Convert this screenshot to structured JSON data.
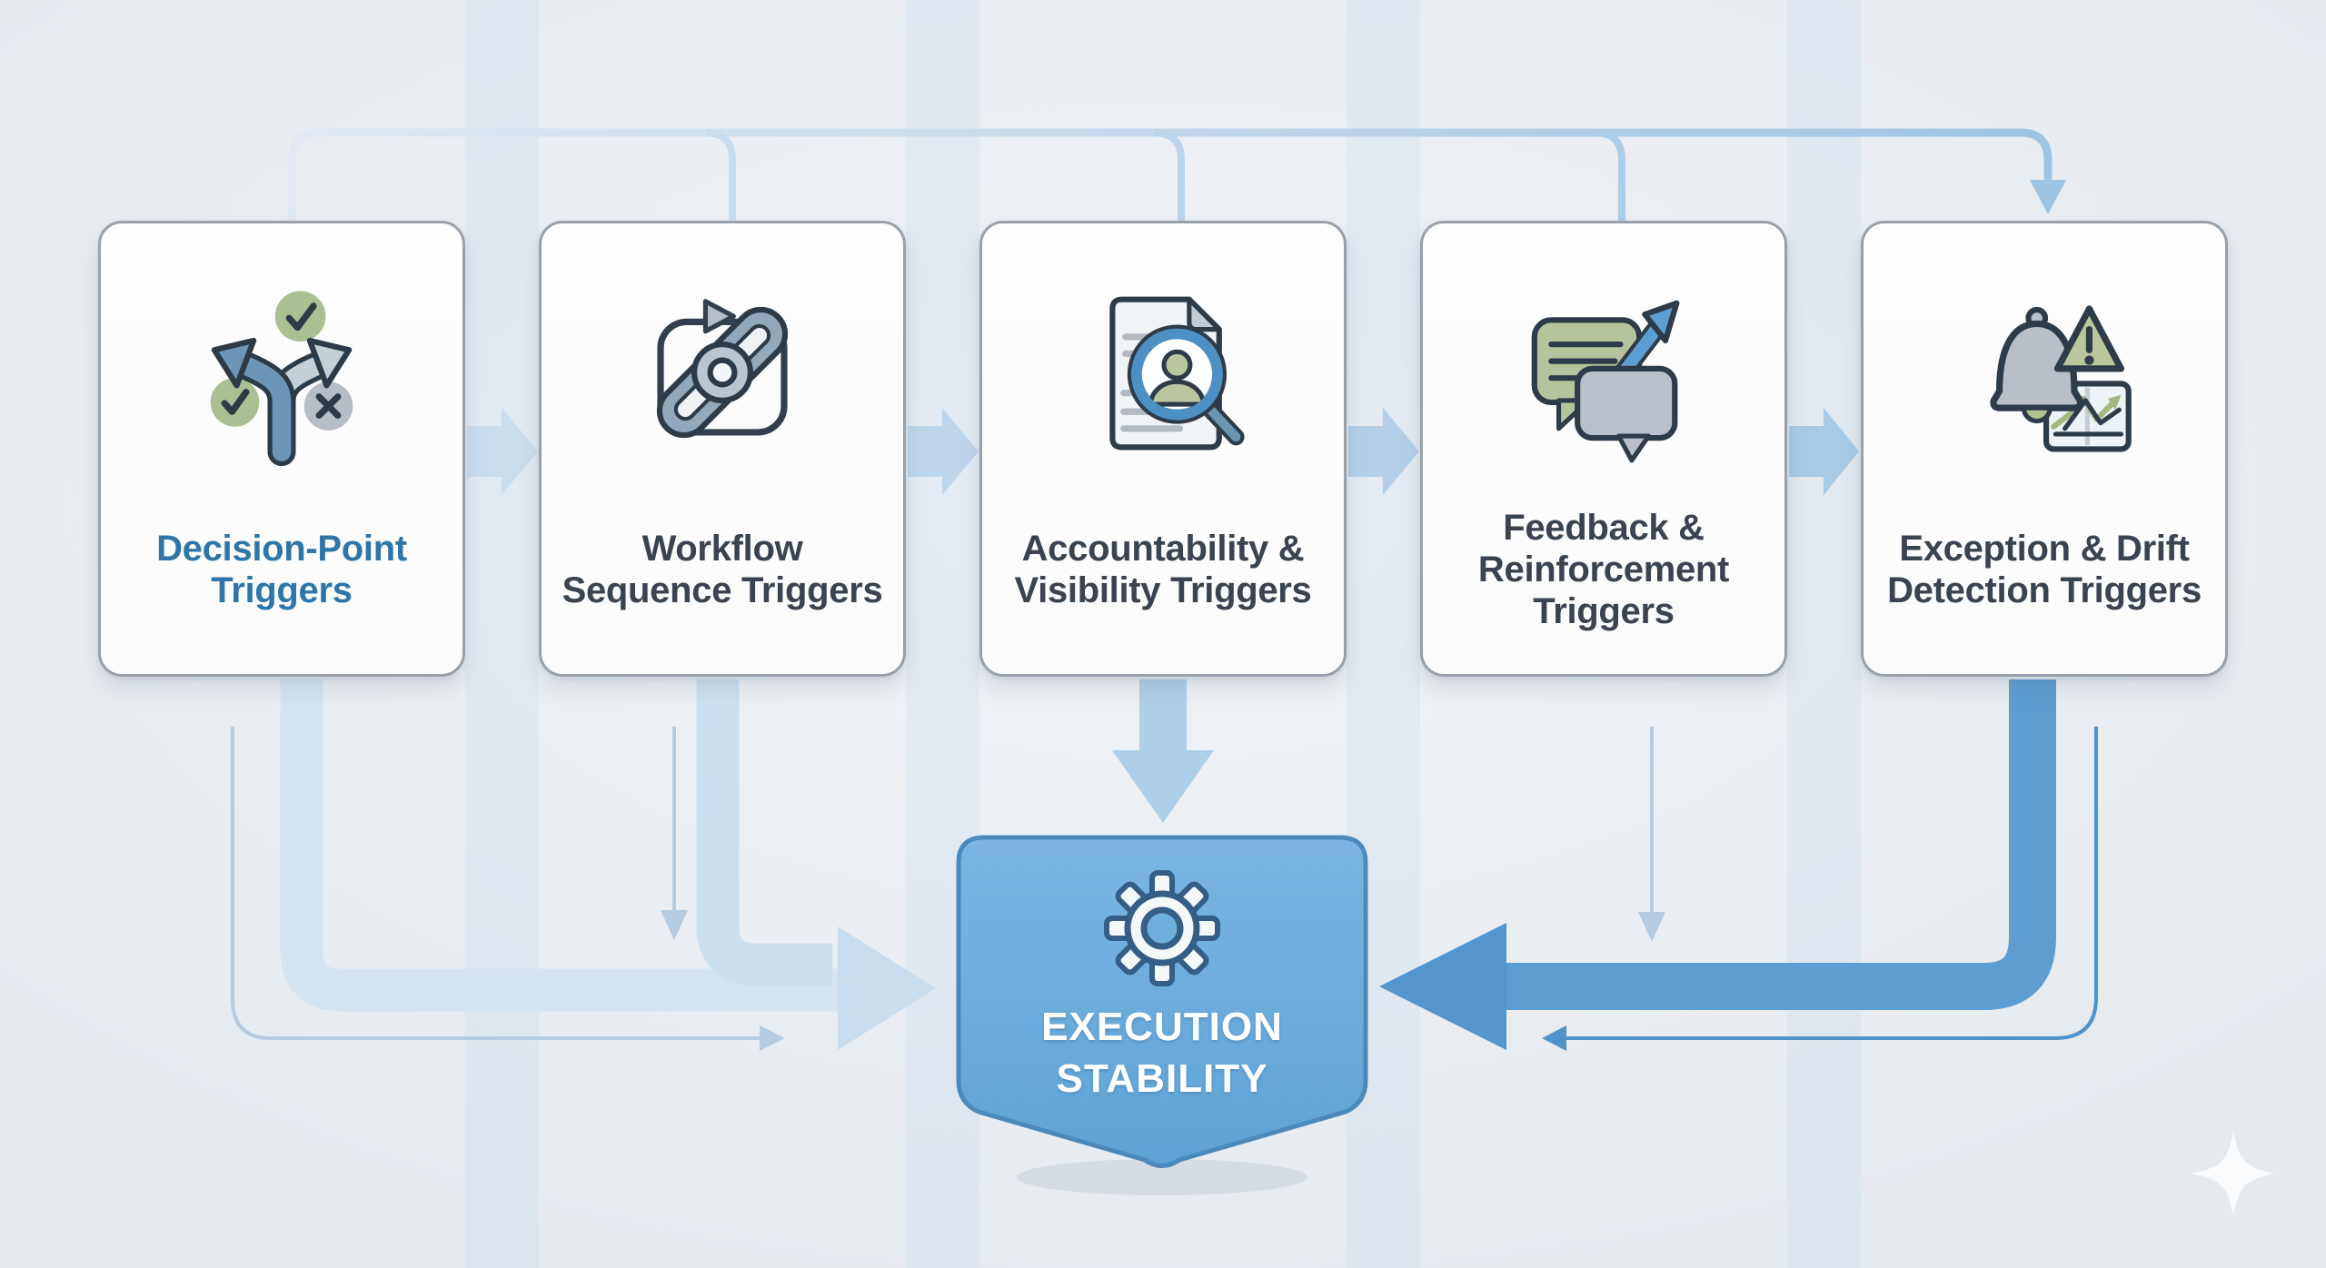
{
  "diagram": {
    "background_color": "#e9edf2",
    "cards": [
      {
        "id": "decision-point",
        "lines": [
          "Decision-Point",
          "Triggers"
        ],
        "icon": "branching-paths-icon",
        "title_color": "#2e76a8"
      },
      {
        "id": "workflow-sequence",
        "lines": [
          "Workflow",
          "Sequence Triggers"
        ],
        "icon": "chain-loop-icon",
        "title_color": "#3a4350"
      },
      {
        "id": "accountability-visibility",
        "lines": [
          "Accountability &",
          "Visibility Triggers"
        ],
        "icon": "document-magnifier-icon",
        "title_color": "#3a4350"
      },
      {
        "id": "feedback-reinforcement",
        "lines": [
          "Feedback &",
          "Reinforcement",
          "Triggers"
        ],
        "icon": "chat-bubbles-arrow-icon",
        "title_color": "#3a4350"
      },
      {
        "id": "exception-drift",
        "lines": [
          "Exception & Drift",
          "Detection Triggers"
        ],
        "icon": "alert-bell-chart-icon",
        "title_color": "#3a4350"
      }
    ],
    "center_node": {
      "lines": [
        "EXECUTION",
        "STABILITY"
      ],
      "icon": "gear-icon",
      "fill_top": "#7cb5e1",
      "fill_bottom": "#5ea3d7",
      "border_color": "#4c8abc",
      "text_color": "#ffffff"
    },
    "edges": [
      {
        "from": "Decision-Point Triggers",
        "to": "Workflow Sequence Triggers",
        "type": "horizontal-arrow"
      },
      {
        "from": "Workflow Sequence Triggers",
        "to": "Accountability & Visibility Triggers",
        "type": "horizontal-arrow"
      },
      {
        "from": "Accountability & Visibility Triggers",
        "to": "Feedback & Reinforcement Triggers",
        "type": "horizontal-arrow"
      },
      {
        "from": "Feedback & Reinforcement Triggers",
        "to": "Exception & Drift Detection Triggers",
        "type": "horizontal-arrow"
      },
      {
        "from": "Decision-Point Triggers",
        "to": "Exception & Drift Detection Triggers",
        "type": "top-bus-arrow",
        "taps": [
          "Workflow Sequence Triggers",
          "Accountability & Visibility Triggers",
          "Feedback & Reinforcement Triggers"
        ]
      },
      {
        "from": "Decision-Point Triggers",
        "to": "EXECUTION STABILITY",
        "type": "elbow-right-arrow"
      },
      {
        "from": "Workflow Sequence Triggers",
        "to": "EXECUTION STABILITY",
        "type": "elbow-right-arrow"
      },
      {
        "from": "Accountability & Visibility Triggers",
        "to": "EXECUTION STABILITY",
        "type": "down-arrow"
      },
      {
        "from": "Feedback & Reinforcement Triggers",
        "to": "EXECUTION STABILITY",
        "type": "down-merge-arrow"
      },
      {
        "from": "Exception & Drift Detection Triggers",
        "to": "EXECUTION STABILITY",
        "type": "elbow-left-arrow"
      }
    ],
    "decor": {
      "sparkle_icon": "four-point-sparkle",
      "position": "bottom-right",
      "color": "#fafbfc"
    },
    "colors": {
      "card_bg": "#fcfdfd",
      "card_border": "#98a1a9",
      "accent_title": "#2e76a8",
      "title": "#3a4350",
      "light_band": "#d6e4f1",
      "medium_arrow": "#aecfe8",
      "strong_arrow": "#5d9dd2",
      "bus_gradient": [
        "#dfe9f3",
        "#9dc4e3"
      ],
      "icon_green": "#aabf92",
      "icon_gray": "#b6bdc5",
      "icon_blue": "#5d9ed2",
      "icon_outline": "#2d3a47"
    }
  }
}
